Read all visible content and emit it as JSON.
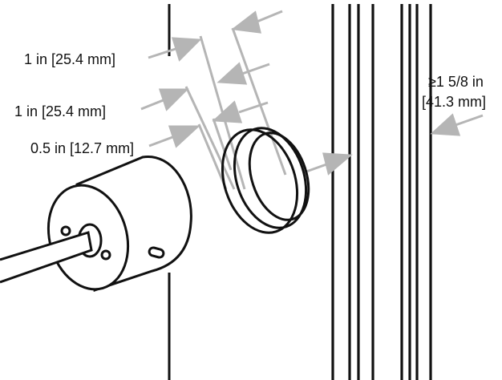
{
  "labels": {
    "dim_top": "1 in [25.4 mm]",
    "dim_mid": "1 in [25.4 mm]",
    "dim_low": "0.5 in [12.7 mm]",
    "wall_line1": "≥1 5/8 in",
    "wall_line2": "[41.3 mm]"
  },
  "colors": {
    "line": "#111111",
    "arrow": "#b5b5b5",
    "background": "#ffffff"
  }
}
